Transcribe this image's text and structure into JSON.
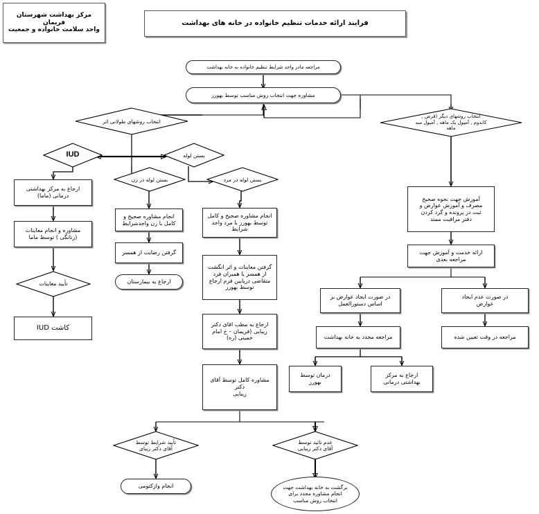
{
  "header": {
    "org_box": "مرکز بهداشت شهرستان فریمان\nواحد سلامت خانواده و جمعیت",
    "title": "فرایند ارائه خدمات تنظیم خانواده در خانه های بهداشت"
  },
  "nodes": {
    "start": "مراجعه مادر واجد شرایط تنظیم خانواده به خانه بهداشت",
    "counsel": "مشاوره جهت انتخاب روش مناسب توسط بهورز",
    "long_acting": "انتخاب روشهای طولانی اثر",
    "other_methods": "انتخاب روشهای دیگر (قرص ,\nکاندوم , آمپول یک ماهه , آمپول سه\nماهه",
    "iud": "IUD",
    "tubal": "بستن لوله",
    "tubal_female": "بستن لوله در زن",
    "tubal_male": "بستن لوله در مرد",
    "iud_refer": "ارجاع به مرکز بهداشتی\nدرمانی (ماما)",
    "iud_exam": "مشاوره و انجام معاینات\n(زنانگی ) توسط ماما",
    "iud_confirm": "تأیید معاینات",
    "iud_insert": "کاشت IUD",
    "female_counsel": "انجام مشاوره صحیح و\nکامل با زن واجدشرایط",
    "female_consent": "گرفتن رضایت از همسر",
    "female_hospital": "ارجاع به بیمارستان",
    "male_counsel": "انجام مشاوره صحیح و کامل\nتوسط بهورز با مرد واجد\nشرایط",
    "male_exam": "گرفتن معاینات و اثر انگشت\nاز همسر یا همیران فرد\nمتقاضی درپایین فرم ارجاع\nتوسط بهورز",
    "male_refer_doctor": "ارجاع به مطب اقای دکتر\nزیبایی (فریمان – خ امام\nخمینی (ره)",
    "male_full_counsel": "مشاوره کامل توسط آقای دکتر\nزیبایی",
    "approve_conditions": "تأیید شرایط توسط\nآقای دکتر زیبای",
    "reject_conditions": "عدم تائید توسط\nآقای دکتر زیبایی",
    "vasectomy": "انجام وازکتومی",
    "return_health_house": "برگشت به خانه بهداشت جهت\nانجام مشاوره مجدد برای\nانتخاب روش مناسب",
    "education_use": "آموزش جهت نحوه صحیح\nمصرف و آموزش عوارض و\nثبت در پرونده و گرد کردن\nدفتر مراقبت ممتد",
    "service_next": "ارائه خدمت و آموزش جهت\nمراجعه بعدی",
    "if_complication": "در صورت ایجاد عوارض بر\nاساس دستورالعمل",
    "if_no_complication": "در صورت عدم ایجاد\nعوارض",
    "revisit_health_house": "مراجعه مجدد به خانه بهداشت",
    "visit_scheduled": "مراجعه در وقت تعیین شده",
    "treat_by_behvarz": "درمان توسط\nبهورز",
    "refer_health_center": "ارجاع به مرکز\nبهداشتی درمانی"
  },
  "style": {
    "line_color": "#000000",
    "box_border": "#222222",
    "shadow_color": "#8d8d8d",
    "background": "#ffffff"
  }
}
